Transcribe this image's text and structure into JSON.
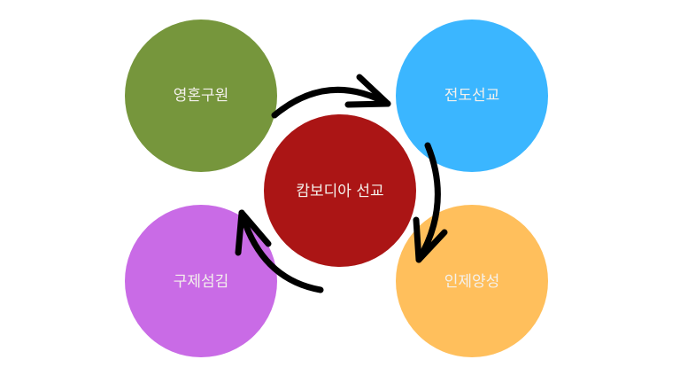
{
  "nodes": {
    "center": {
      "label": "캄보디아 선교",
      "color": "#ab1515"
    },
    "top_left": {
      "label": "영혼구원",
      "color": "#76963c"
    },
    "top_right": {
      "label": "전도선교",
      "color": "#3bb6ff"
    },
    "bottom_right": {
      "label": "인제양성",
      "color": "#ffbf5c"
    },
    "bottom_left": {
      "label": "구제섬김",
      "color": "#c96be6"
    }
  },
  "arrow_color": "#000000"
}
